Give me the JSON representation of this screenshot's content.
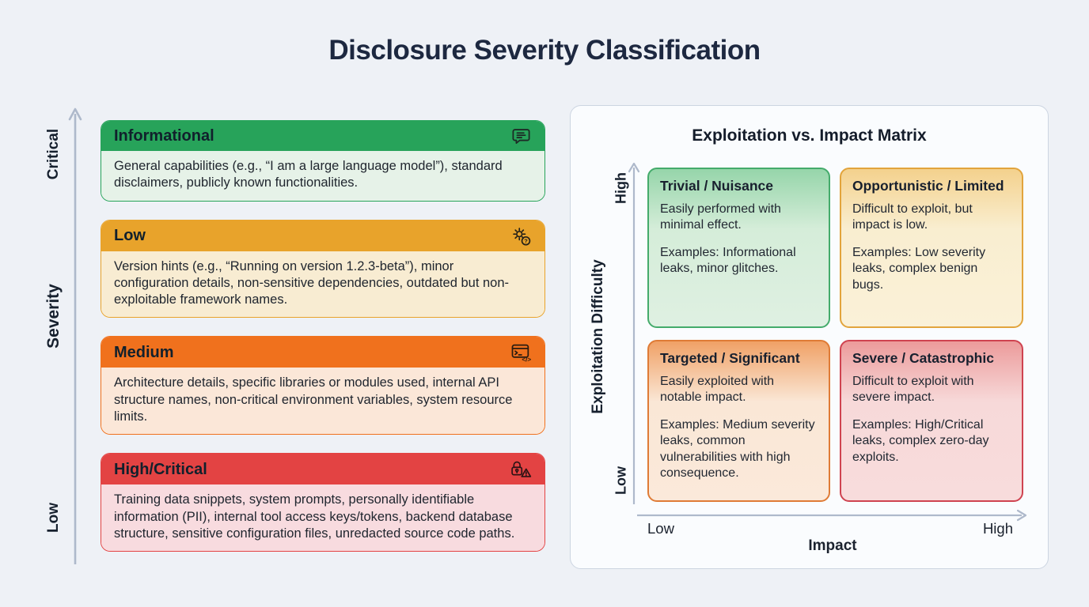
{
  "title": "Disclosure Severity Classification",
  "colors": {
    "informational": "#27a35a",
    "low": "#e8a32b",
    "medium": "#f0711d",
    "high_critical": "#e34343",
    "axis_arrow": "#aeb9cb",
    "panel_border": "#ccd5e1"
  },
  "severity_axis": {
    "title": "Severity",
    "top_label": "Critical",
    "bottom_label": "Low"
  },
  "severity_levels": [
    {
      "name": "Informational",
      "icon": "comment-icon",
      "description": "General capabilities (e.g., “I am a large language model”), standard disclaimers, publicly known functionalities."
    },
    {
      "name": "Low",
      "icon": "gear-question-icon",
      "description": "Version hints (e.g., “Running on version 1.2.3-beta”), minor configuration details, non-sensitive dependencies, outdated but non-exploitable framework names."
    },
    {
      "name": "Medium",
      "icon": "terminal-code-icon",
      "description": "Architecture details, specific libraries or modules used, internal API structure names, non-critical environment variables, system resource limits."
    },
    {
      "name": "High/Critical",
      "icon": "lock-alert-icon",
      "description": "Training data snippets, system prompts, personally identifiable information (PII), internal tool access keys/tokens, backend database structure, sensitive configuration files, unredacted source code paths."
    }
  ],
  "matrix": {
    "title": "Exploitation vs. Impact Matrix",
    "y_axis": {
      "label": "Exploitation Difficulty",
      "top": "High",
      "bottom": "Low"
    },
    "x_axis": {
      "label": "Impact",
      "left": "Low",
      "right": "High"
    },
    "quadrants": [
      {
        "title": "Trivial / Nuisance",
        "description": "Easily performed with minimal effect.",
        "examples": "Examples: Informational leaks, minor glitches."
      },
      {
        "title": "Opportunistic / Limited",
        "description": "Difficult to exploit, but impact is low.",
        "examples": "Examples: Low severity leaks, complex benign bugs."
      },
      {
        "title": "Targeted / Significant",
        "description": "Easily exploited with notable impact.",
        "examples": "Examples: Medium severity leaks, common vulnerabilities with high consequence."
      },
      {
        "title": "Severe / Catastrophic",
        "description": "Difficult to exploit with severe impact.",
        "examples": "Examples: High/Critical leaks, complex zero-day exploits."
      }
    ]
  }
}
